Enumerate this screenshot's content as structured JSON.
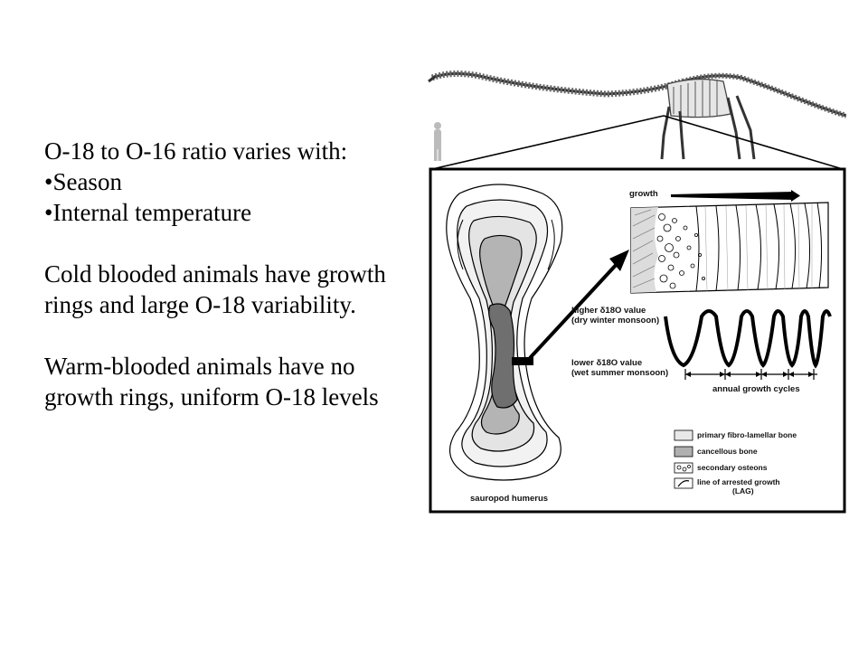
{
  "text": {
    "line1": "O-18 to O-16 ratio varies with:",
    "bullet1": "•Season",
    "bullet2": "•Internal temperature",
    "para2": "Cold blooded animals have growth rings and large O-18 variability.",
    "para3": "Warm-blooded animals have no growth rings, uniform O-18 levels"
  },
  "figure": {
    "growth_label": "growth",
    "higher_line1": "higher δ18O value",
    "higher_line2": "(dry winter monsoon)",
    "lower_line1": "lower δ18O value",
    "lower_line2": "(wet summer monsoon)",
    "cycles_label": "annual growth cycles",
    "humerus_label": "sauropod humerus",
    "legend": [
      "primary fibro-lamellar bone",
      "cancellous bone",
      "secondary osteons",
      "line of arrested growth",
      "(LAG)"
    ]
  }
}
